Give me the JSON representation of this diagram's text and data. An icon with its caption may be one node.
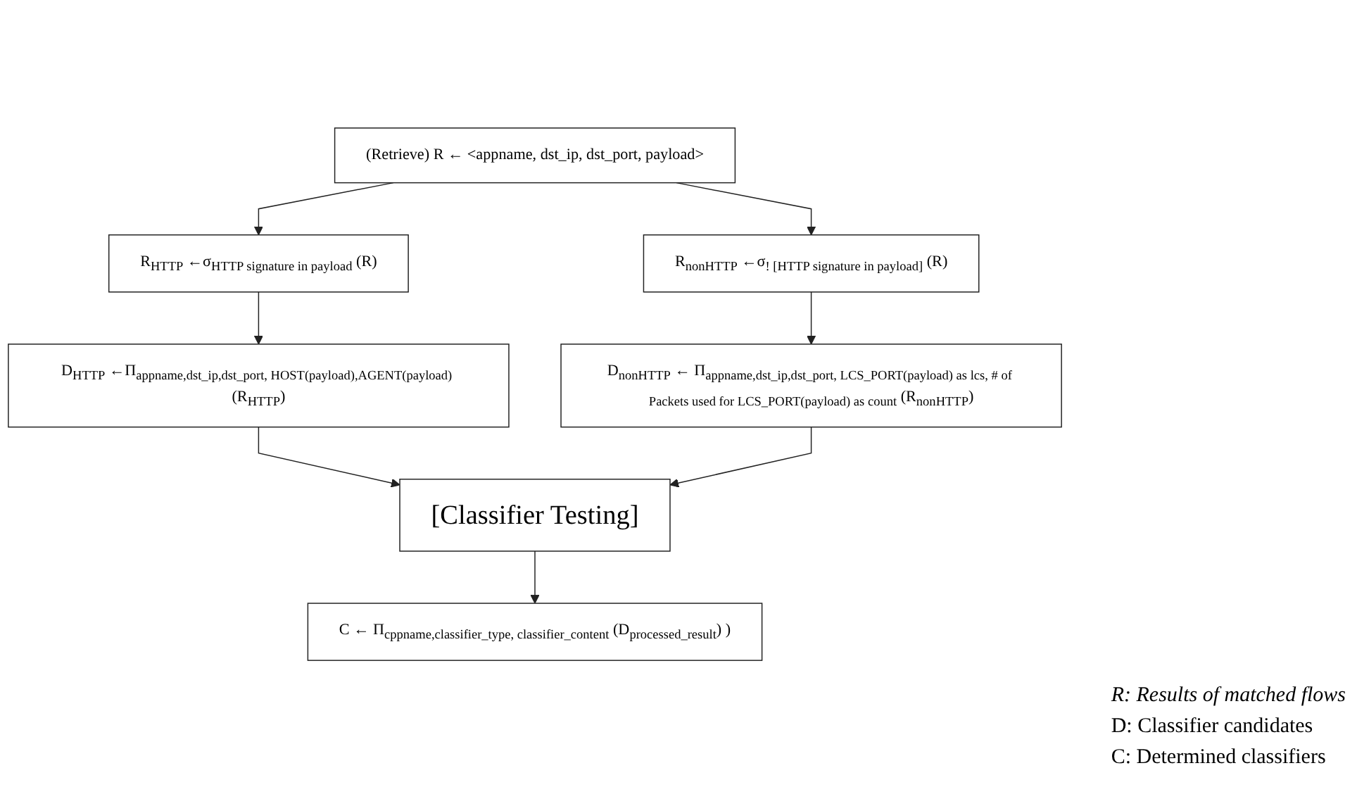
{
  "diagram": {
    "nodes": [
      {
        "text": [
          "(Retrieve) R ← <appname, dst_ip, dst_port, payload>"
        ]
      },
      {
        "text": [
          "R$_{HTTP}$ ←σ$_{HTTP signature in payload}$ (R)"
        ]
      },
      {
        "text": [
          "R$_{nonHTTP}$ ←σ$_{! [HTTP signature in payload]}$ (R)"
        ]
      },
      {
        "text": [
          "D$_{HTTP}$ ←Π$_{appname,dst_ip,dst_port, HOST(payload),AGENT(payload)}$ (R$_{HTTP}$)"
        ]
      },
      {
        "text": [
          "D$_{nonHTTP}$ ← Π$_{appname,dst_ip,dst_port, LCS_PORT(payload) as lcs, # of Packets used for LCS_PORT(payload) as count}$ (R$_{nonHTTP}$)"
        ]
      },
      {
        "text": [
          "[Classifier Testing]"
        ]
      },
      {
        "text": [
          "C ← Π$_{cppname,classifier_type, classifier_content}$ (D$_{processed_result}$) )"
        ]
      }
    ],
    "edges": [
      {
        "from": 0,
        "to": 1,
        "arrow": "to"
      },
      {
        "from": 0,
        "to": 2,
        "arrow": "to"
      },
      {
        "from": 1,
        "to": 3,
        "arrow": "to"
      },
      {
        "from": 2,
        "to": 4,
        "arrow": "to"
      },
      {
        "from": 3,
        "to": 5,
        "arrow": "to"
      },
      {
        "from": 4,
        "to": 5,
        "arrow": "to"
      },
      {
        "from": 5,
        "to": 6,
        "arrow": "to"
      }
    ],
    "labels": [
      "R: Results of matched flows",
      "D: Classifier candidates",
      "C: Determined classifiers"
    ]
  }
}
